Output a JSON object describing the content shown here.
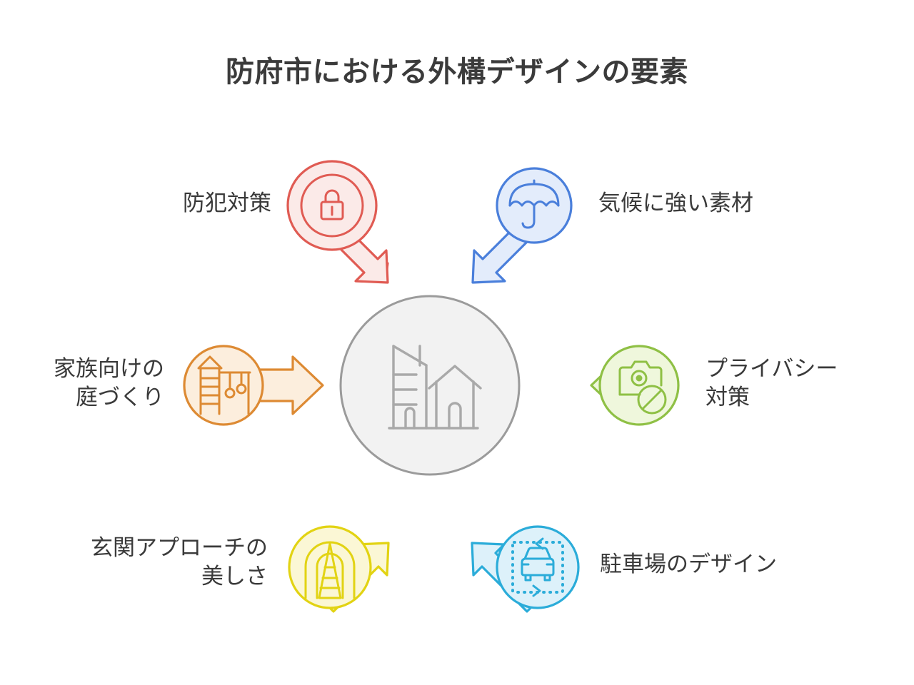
{
  "header": {
    "title": "防府市における外構デザインの要素"
  },
  "center": {
    "icon": "building-house-icon",
    "fill": "#f2f2f2",
    "stroke": "#9b9b9b"
  },
  "colors": {
    "text": "#3a3a3a",
    "background": "#ffffff"
  },
  "nodes": [
    {
      "id": "security",
      "label": "防犯対策",
      "icon": "lock-icon",
      "position": "top-left",
      "stroke": "#e05b53",
      "fill": "#fbeae8"
    },
    {
      "id": "weather-resistant-material",
      "label": "気候に強い素材",
      "icon": "umbrella-icon",
      "position": "top-right",
      "stroke": "#4a7fdb",
      "fill": "#e3ecfb"
    },
    {
      "id": "family-garden",
      "label": "家族向けの\n庭づくり",
      "icon": "playground-icon",
      "position": "left",
      "stroke": "#dd8a33",
      "fill": "#fceedd"
    },
    {
      "id": "privacy",
      "label": "プライバシー\n対策",
      "icon": "no-camera-icon",
      "position": "right",
      "stroke": "#8fc045",
      "fill": "#eff7dc"
    },
    {
      "id": "entrance-approach",
      "label": "玄関アプローチの\n美しさ",
      "icon": "approach-path-icon",
      "position": "bottom-left",
      "stroke": "#e2d313",
      "fill": "#fbf7d5"
    },
    {
      "id": "parking-design",
      "label": "駐車場のデザイン",
      "icon": "parking-car-icon",
      "position": "bottom-right",
      "stroke": "#2bacd9",
      "fill": "#ddf1fa"
    }
  ]
}
